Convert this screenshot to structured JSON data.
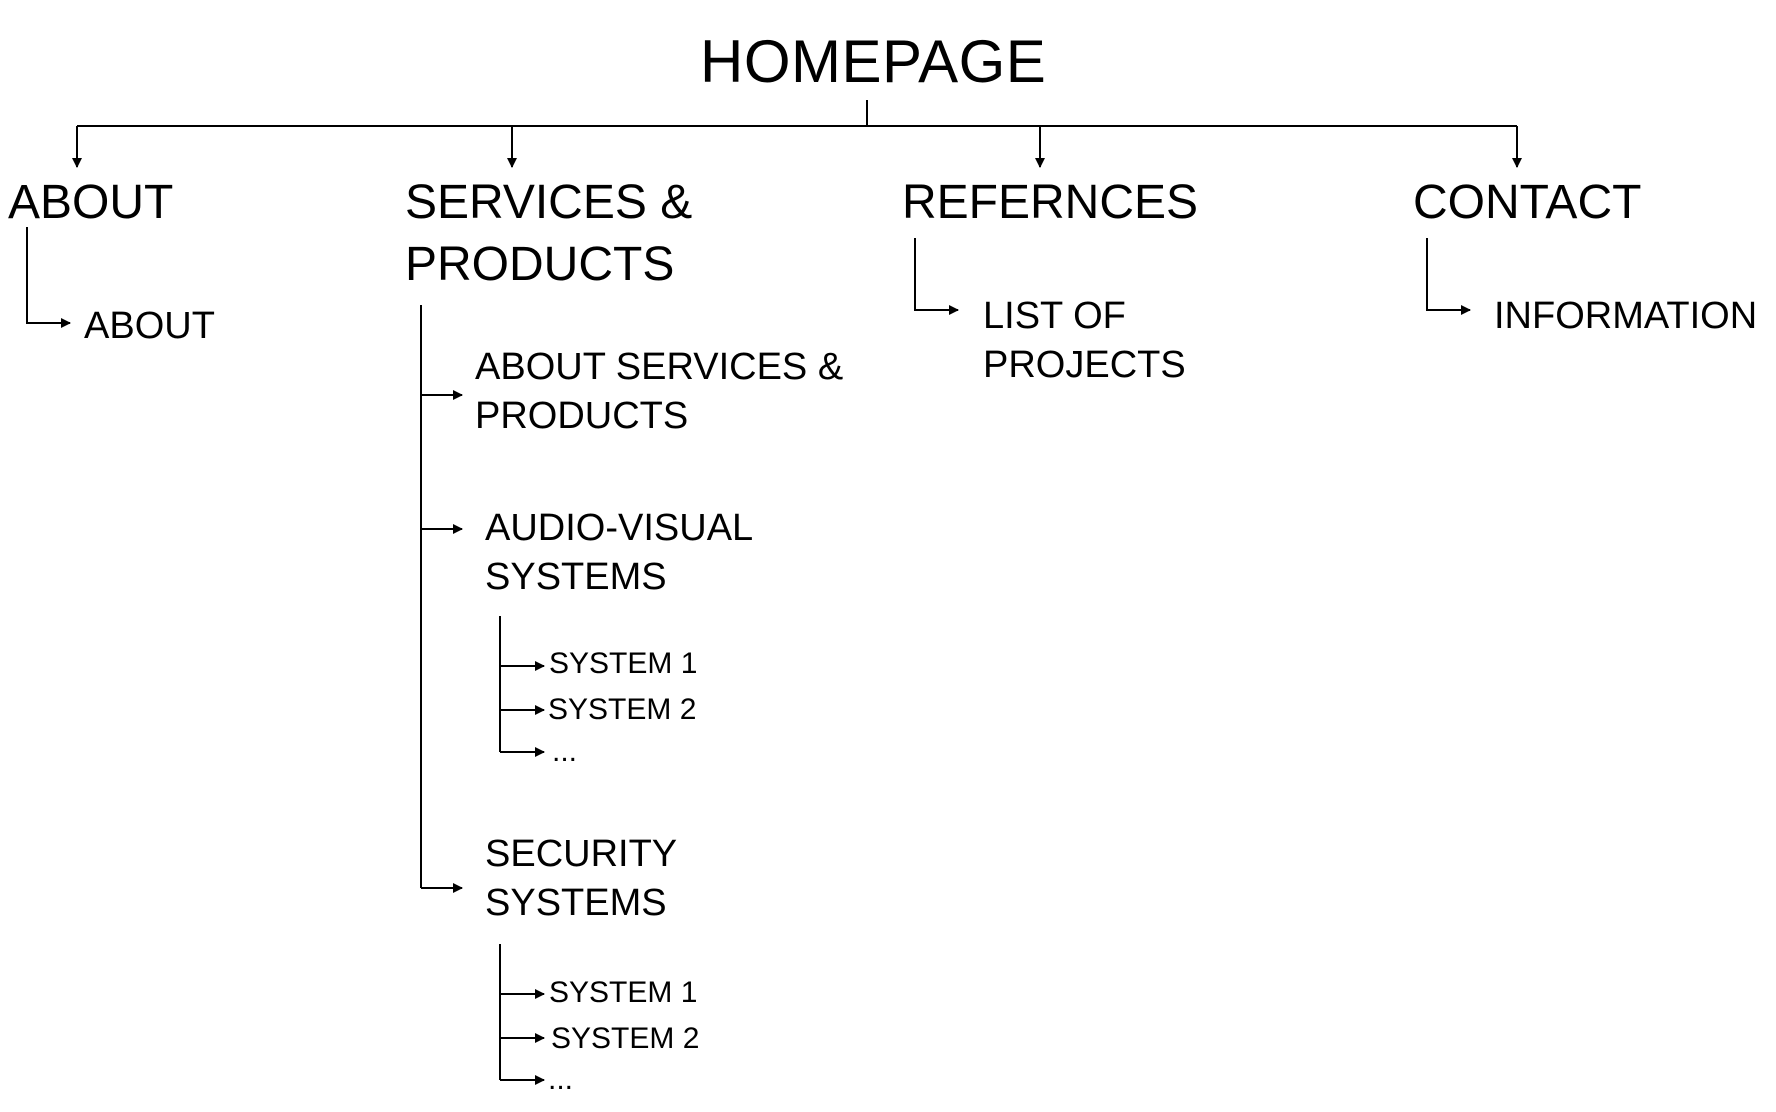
{
  "root": {
    "label": "HOMEPAGE"
  },
  "sections": [
    {
      "label": "ABOUT",
      "children": [
        {
          "label": "ABOUT"
        }
      ]
    },
    {
      "label_line1": "SERVICES &",
      "label_line2": "PRODUCTS",
      "children": [
        {
          "label_line1": "ABOUT SERVICES &",
          "label_line2": "PRODUCTS"
        },
        {
          "label_line1": "AUDIO-VISUAL",
          "label_line2": "SYSTEMS",
          "children": [
            {
              "label": "SYSTEM 1"
            },
            {
              "label": "SYSTEM 2"
            },
            {
              "label": "..."
            }
          ]
        },
        {
          "label_line1": "SECURITY",
          "label_line2": "SYSTEMS",
          "children": [
            {
              "label": "SYSTEM 1"
            },
            {
              "label": "SYSTEM 2"
            },
            {
              "label": "..."
            }
          ]
        }
      ]
    },
    {
      "label": "REFERNCES",
      "children": [
        {
          "label_line1": "LIST OF",
          "label_line2": "PROJECTS"
        }
      ]
    },
    {
      "label": "CONTACT",
      "children": [
        {
          "label": "INFORMATION"
        }
      ]
    }
  ],
  "colors": {
    "line": "#000000",
    "text": "#000000",
    "background": "#ffffff"
  }
}
